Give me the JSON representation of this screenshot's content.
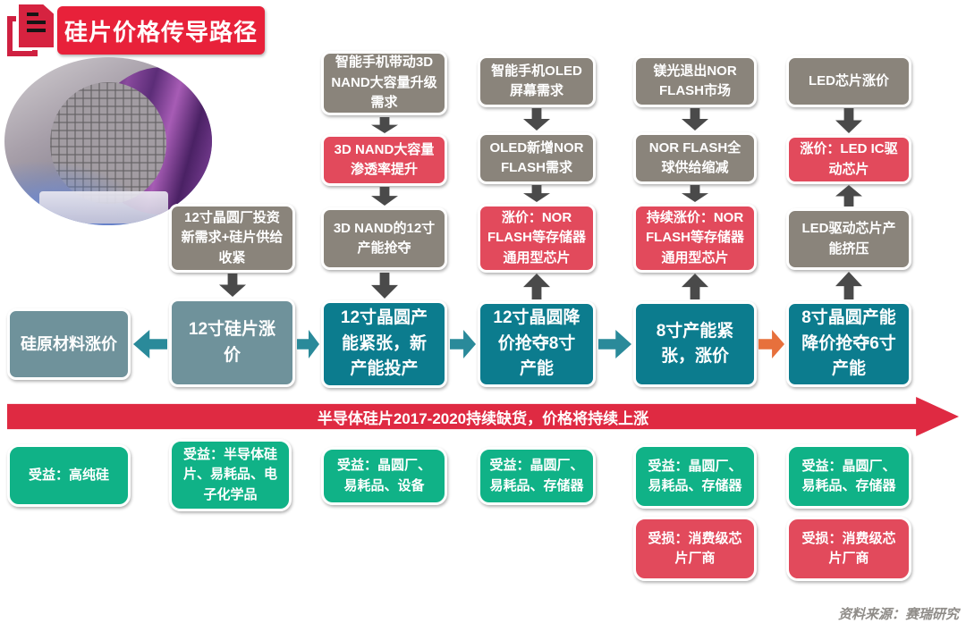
{
  "header": {
    "title": "硅片价格传导路径"
  },
  "columns": {
    "nand": {
      "top": "智能手机带动3D NAND大容量升级需求",
      "mid": "3D NAND大容量渗透率提升",
      "bottom": "3D NAND的12寸产能抢夺"
    },
    "oled": {
      "top": "智能手机OLED屏幕需求",
      "mid": "OLED新增NOR FLASH需求",
      "bottom": "涨价：NOR FLASH等存储器通用型芯片"
    },
    "nor": {
      "top": "镁光退出NOR FLASH市场",
      "mid": "NOR FLASH全球供给缩减",
      "bottom": "持续涨价：NOR FLASH等存储器通用型芯片"
    },
    "led": {
      "top": "LED芯片涨价",
      "mid": "涨价：LED IC驱动芯片",
      "bottom": "LED驱动芯片产能挤压"
    },
    "fab_invest": "12寸晶圆厂投资新需求+硅片供给收紧"
  },
  "main_flow": [
    "硅原材料涨价",
    "12寸硅片涨价",
    "12寸晶圆产能紧张，新产能投产",
    "12寸晶圆降价抢夺8寸产能",
    "8寸产能紧张，涨价",
    "8寸晶圆产能降价抢夺6寸产能"
  ],
  "banner": {
    "text": "半导体硅片2017-2020持续缺货，价格将持续上涨"
  },
  "outcomes": {
    "benefits": [
      "受益：高纯硅",
      "受益：半导体硅片、易耗品、电子化学品",
      "受益：晶圆厂、易耗品、设备",
      "受益：晶圆厂、易耗品、存储器",
      "受益：晶圆厂、易耗品、存储器",
      "受益：晶圆厂、易耗品、存储器"
    ],
    "losses": [
      "受损：消费级芯片厂商",
      "受损：消费级芯片厂商"
    ]
  },
  "source": "资料来源：赛瑞研究",
  "colors": {
    "title_red": "#e8213a",
    "box_red": "#e24a5c",
    "banner_red": "#df2a42",
    "gray": "#8a847b",
    "teal": "#0c7c8e",
    "gray_teal": "#6f929b",
    "green": "#10b287",
    "orange_arrow": "#e7703c",
    "teal_arrow": "#2a8a9a",
    "dark_arrow": "#4a4a4a"
  }
}
